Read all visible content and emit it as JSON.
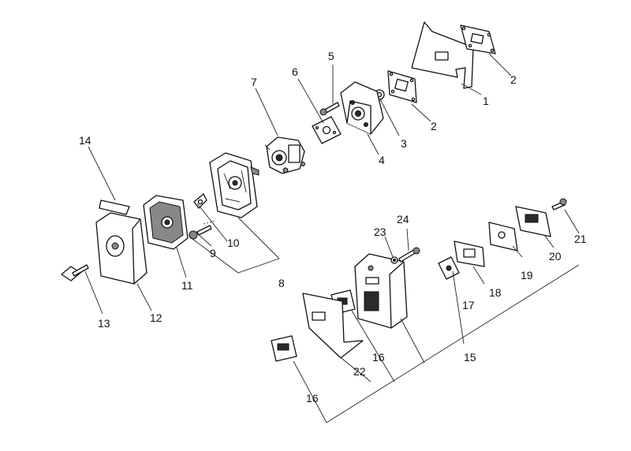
{
  "callouts": {
    "c1": "1",
    "c2a": "2",
    "c2b": "2",
    "c3": "3",
    "c4": "4",
    "c5": "5",
    "c6": "6",
    "c7": "7",
    "c8": "8",
    "c9": "9",
    "c10": "10",
    "c11": "11",
    "c12": "12",
    "c13": "13",
    "c14": "14",
    "c15": "15",
    "c16a": "16",
    "c16b": "16",
    "c17": "17",
    "c18": "18",
    "c19": "19",
    "c20": "20",
    "c21": "21",
    "c22": "22",
    "c23": "23",
    "c24": "24"
  }
}
